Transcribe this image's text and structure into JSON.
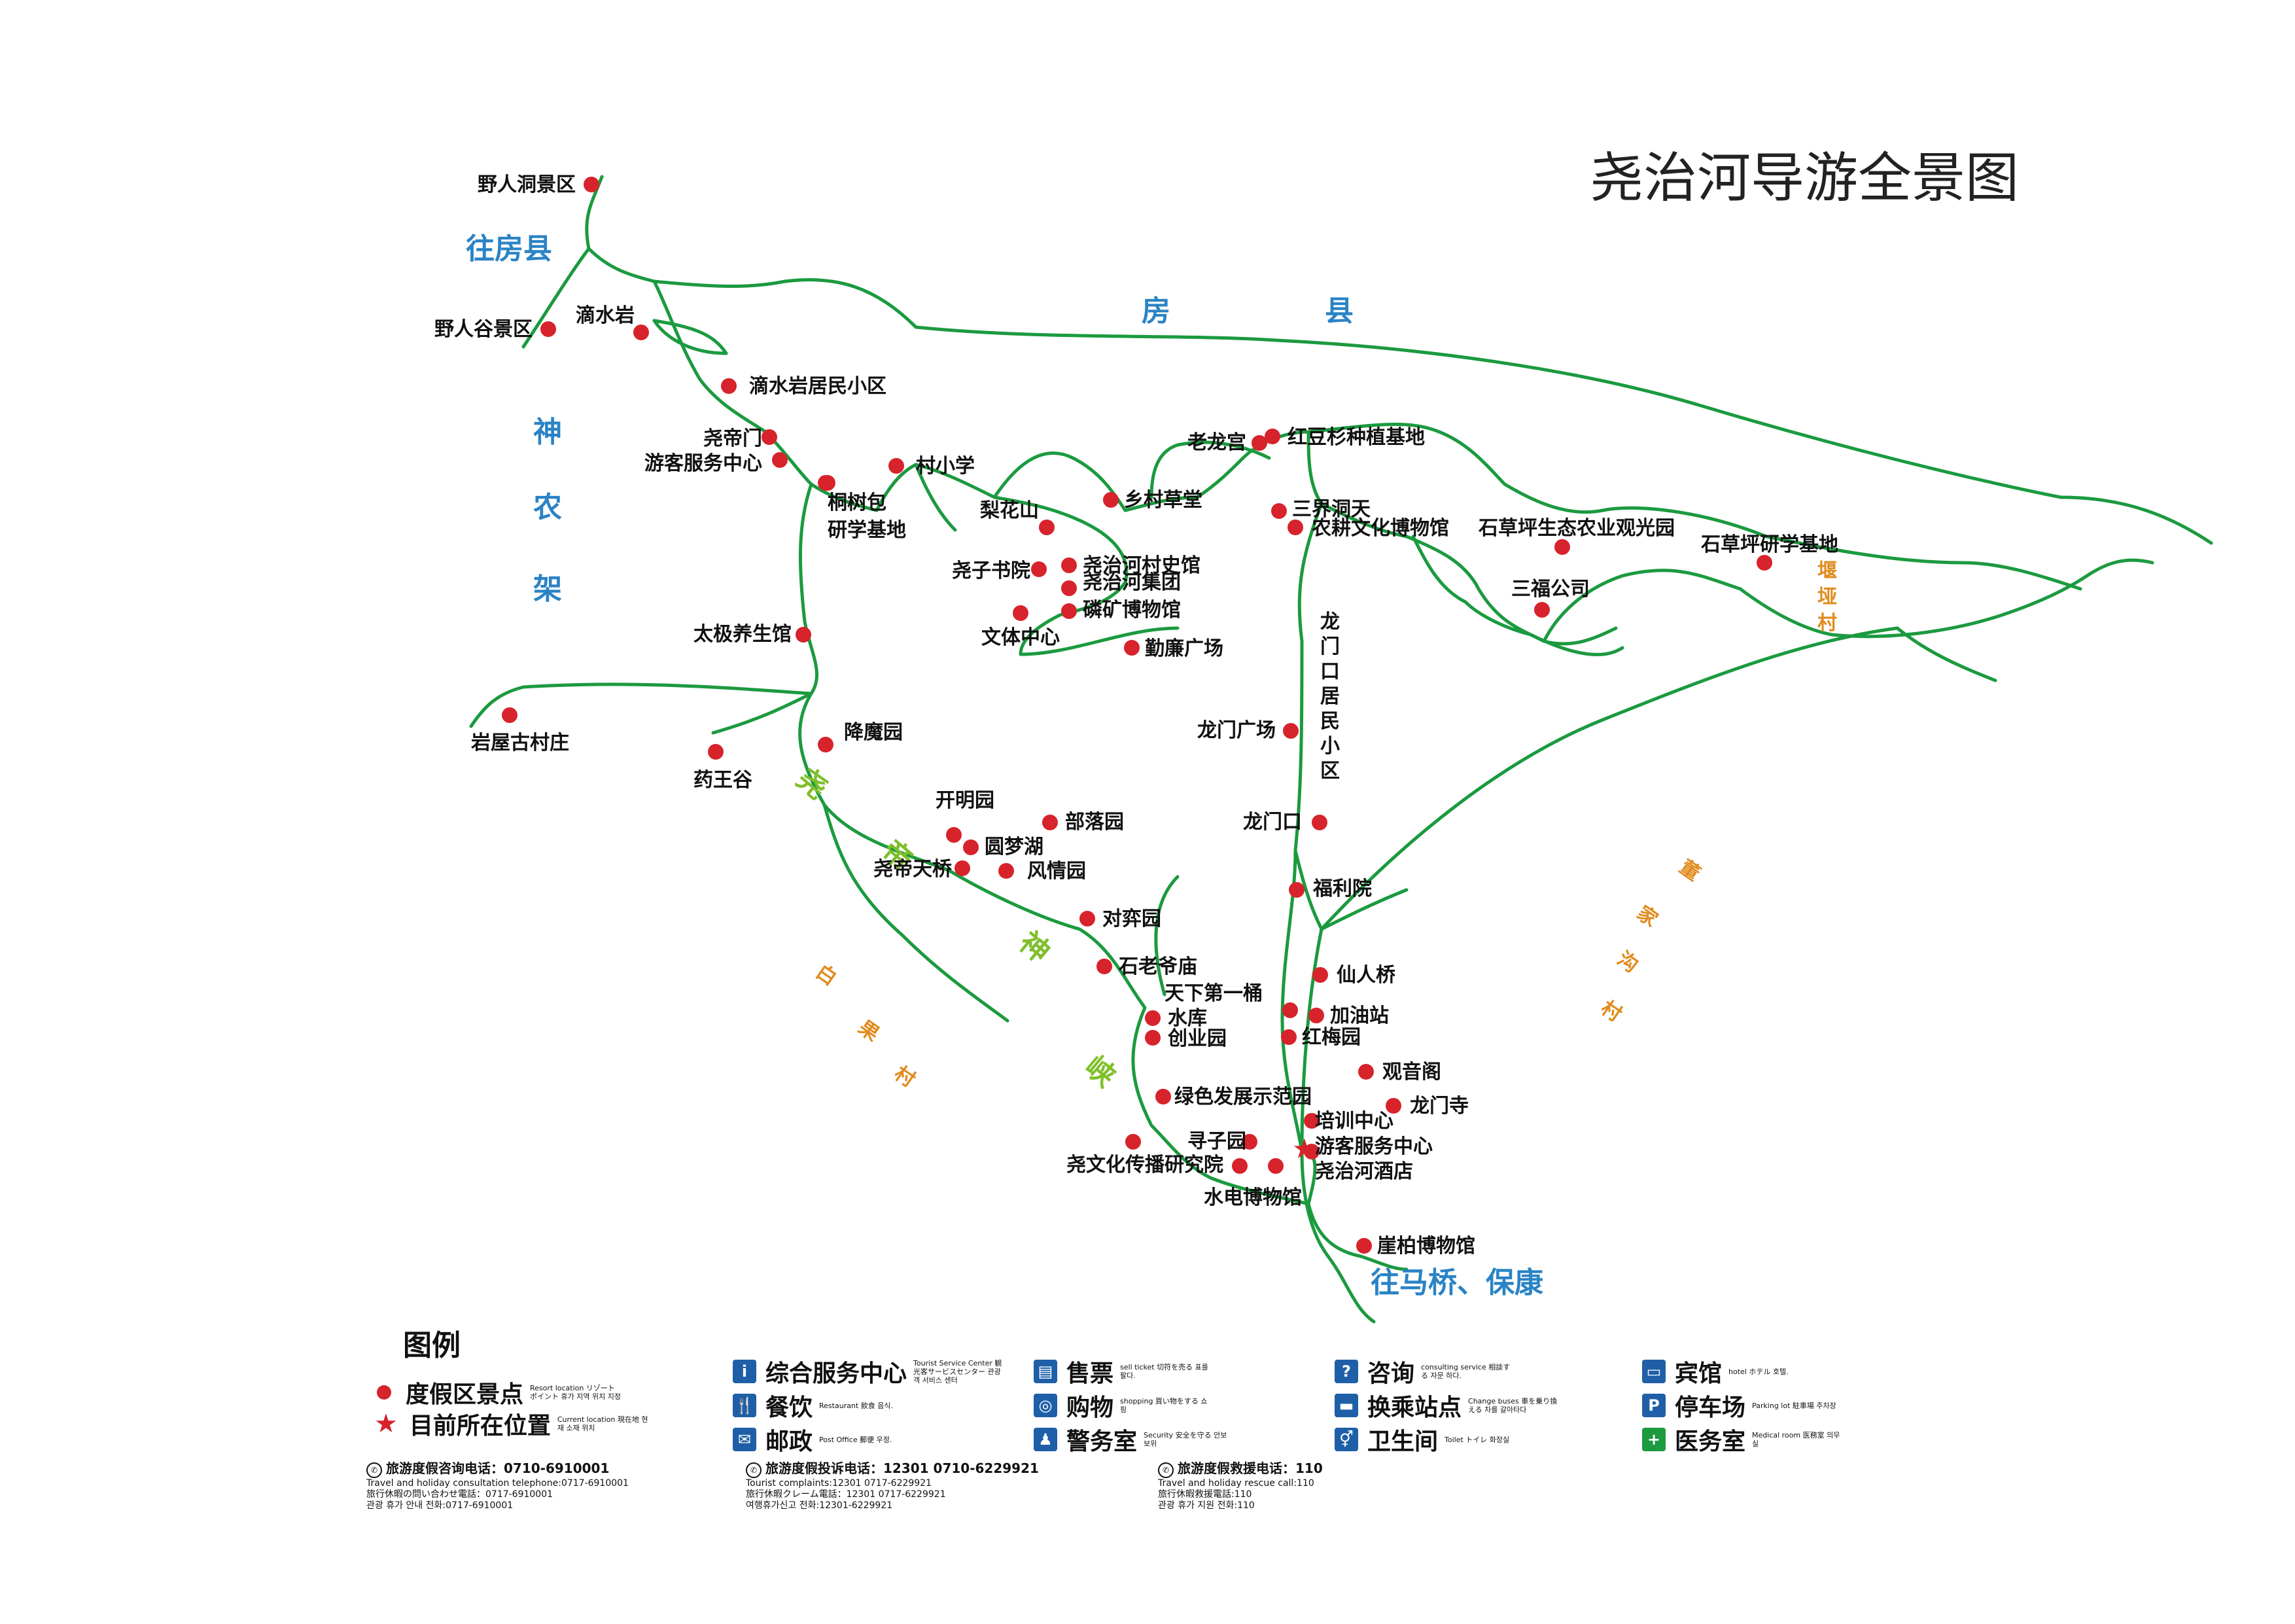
{
  "title": "尧治河导游全景图",
  "regions": {
    "fangxian_dir": "往房县",
    "fangxian": [
      "房",
      "县"
    ],
    "shennongjia": [
      "神",
      "农",
      "架"
    ],
    "yaodi_gorge": [
      "尧",
      "帝",
      "神",
      "峡"
    ],
    "baiguo": [
      "白",
      "果",
      "村"
    ],
    "dongjiagou": [
      "董",
      "家",
      "沟",
      "村"
    ],
    "yanyacun": [
      "堰",
      "垭",
      "村"
    ],
    "maqiao_dir": "往马桥、保康",
    "longmenkou_resident": [
      "龙",
      "门",
      "口",
      "居",
      "民",
      "小",
      "区"
    ]
  },
  "spots": [
    "野人洞景区",
    "野人谷景区",
    "滴水岩",
    "滴水岩居民小区",
    "尧帝门",
    "游客服务中心",
    "村小学",
    "桐树包",
    "研学基地",
    "老龙宫",
    "红豆杉种植基地",
    "梨花山",
    "乡村草堂",
    "三界洞天",
    "农耕文化博物馆",
    "石草坪生态农业观光园",
    "石草坪研学基地",
    "三福公司",
    "尧子书院",
    "尧治河村史馆",
    "尧治河集团",
    "磷矿博物馆",
    "文体中心",
    "勤廉广场",
    "太极养生馆",
    "岩屋古村庄",
    "药王谷",
    "降魔园",
    "龙门广场",
    "开明园",
    "部落园",
    "圆梦湖",
    "尧帝天桥",
    "风情园",
    "龙门口",
    "福利院",
    "对弈园",
    "石老爷庙",
    "仙人桥",
    "天下第一桶",
    "加油站",
    "水库",
    "创业园",
    "红梅园",
    "观音阁",
    "绿色发展示范园",
    "龙门寺",
    "培训中心",
    "游客服务中心",
    "寻子园",
    "尧文化传播研究院",
    "尧治河酒店",
    "水电博物馆",
    "崖柏博物馆"
  ],
  "legend": {
    "title": "图例",
    "resort_spot": {
      "label": "度假区景点",
      "sub": "Resort location リゾートポイント 휴가 지역 위치 지정"
    },
    "current": {
      "label": "目前所在位置",
      "sub": "Current location 現在地 현재 소재 위치"
    },
    "items": [
      {
        "label": "综合服务中心",
        "sub": "Tourist Service Center 観光客サービスセンター 관광객 서비스 센터",
        "icon": "info-icon"
      },
      {
        "label": "餐饮",
        "sub": "Restaurant 飲食 음식.",
        "icon": "fork-knife-icon"
      },
      {
        "label": "邮政",
        "sub": "Post Office 郵便 우정.",
        "icon": "mail-icon"
      },
      {
        "label": "售票",
        "sub": "sell ticket 切符を売る 표를 팔다.",
        "icon": "ticket-icon"
      },
      {
        "label": "购物",
        "sub": "shopping 買い物をする 쇼핑",
        "icon": "shopping-icon"
      },
      {
        "label": "警务室",
        "sub": "Security 安全を守る 안보 보위",
        "icon": "police-icon"
      },
      {
        "label": "咨询",
        "sub": "consulting service 相談する 자문 하다.",
        "icon": "question-icon"
      },
      {
        "label": "换乘站点",
        "sub": "Change buses 車を乗り換える 차를 갈아타다",
        "icon": "bus-icon"
      },
      {
        "label": "卫生间",
        "sub": "Toilet トイレ 화장실",
        "icon": "toilet-icon"
      },
      {
        "label": "宾馆",
        "sub": "hotel ホテル 호텔.",
        "icon": "bed-icon"
      },
      {
        "label": "停车场",
        "sub": "Parking lot 駐車場 주차장",
        "icon": "parking-icon"
      },
      {
        "label": "医务室",
        "sub": "Medical room 医務室 의무실",
        "icon": "medical-cross-icon"
      }
    ]
  },
  "phones": [
    {
      "main": "旅游度假咨询电话：0710-6910001",
      "lines": [
        "Travel and holiday consultation telephone:0717-6910001",
        "旅行休暇の問い合わせ電話：0717-6910001",
        "관광 휴가 안내 전화:0717-6910001"
      ]
    },
    {
      "main": "旅游度假投诉电话：12301  0710-6229921",
      "lines": [
        "Tourist complaints:12301  0717-6229921",
        "旅行休暇クレーム電話：12301  0717-6229921",
        "여행휴가신고 전화:12301-6229921"
      ]
    },
    {
      "main": "旅游度假救援电话：110",
      "lines": [
        "Travel and holiday rescue call:110",
        "旅行休暇救援電話:110",
        "관광 휴가 지원 전화:110"
      ]
    }
  ]
}
